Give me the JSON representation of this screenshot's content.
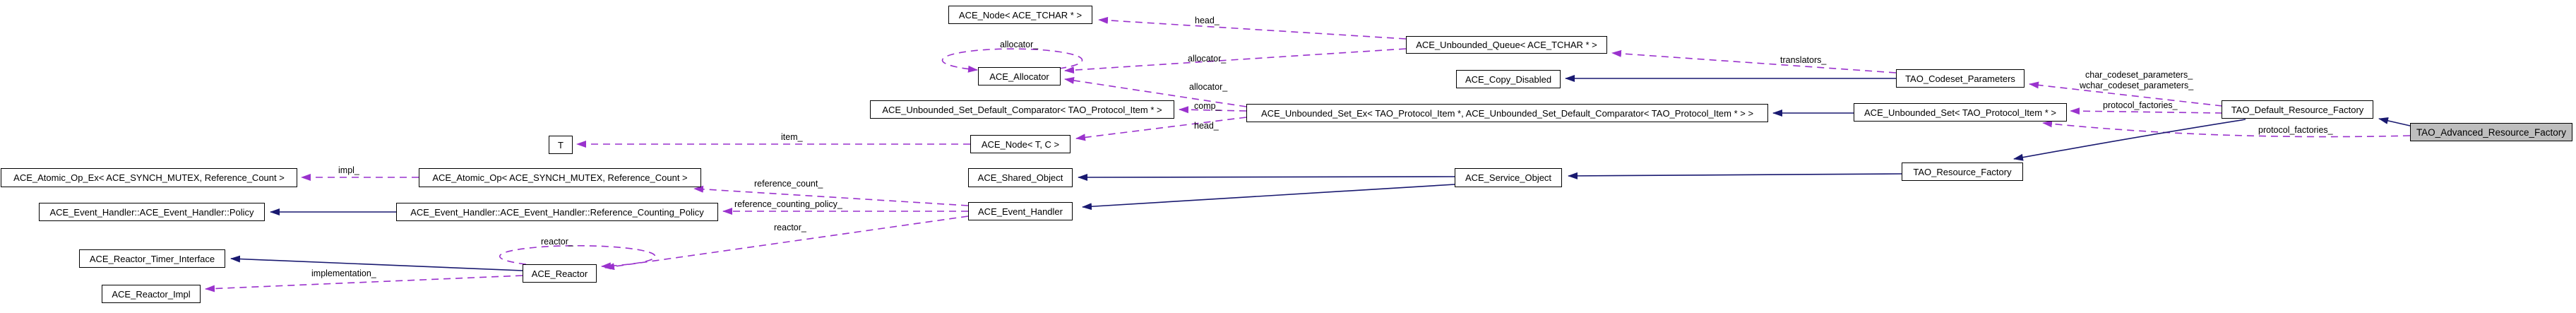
{
  "diagram": {
    "kind": "doxygen-collaboration-graph",
    "highlighted_node": "TAO_Advanced_Resource_Factory"
  },
  "colors": {
    "usage_edge": "#9a32cd",
    "inheritance_edge": "#191970",
    "node_border": "#000000",
    "node_fill": "#ffffff",
    "highlight_fill": "#bebebe",
    "text": "#000000",
    "background": "#ffffff"
  },
  "nodes": {
    "ace_node_tchar": "ACE_Node< ACE_TCHAR * >",
    "ace_unbounded_queue": "ACE_Unbounded_Queue< ACE_TCHAR * >",
    "ace_allocator": "ACE_Allocator",
    "ace_copy_disabled": "ACE_Copy_Disabled",
    "tao_codeset_parameters": "TAO_Codeset_Parameters",
    "comparator": "ACE_Unbounded_Set_Default_Comparator< TAO_Protocol_Item * >",
    "set_ex": "ACE_Unbounded_Set_Ex< TAO_Protocol_Item *, ACE_Unbounded_Set_Default_Comparator< TAO_Protocol_Item * > >",
    "ace_unbounded_set": "ACE_Unbounded_Set< TAO_Protocol_Item * >",
    "tao_default_resource_factory": "TAO_Default_Resource_Factory",
    "tao_advanced_resource_factory": "TAO_Advanced_Resource_Factory",
    "t_param": "T",
    "ace_node_tc": "ACE_Node< T, C >",
    "atomic_op_ex": "ACE_Atomic_Op_Ex< ACE_SYNCH_MUTEX, Reference_Count >",
    "atomic_op": "ACE_Atomic_Op< ACE_SYNCH_MUTEX, Reference_Count >",
    "ace_shared_object": "ACE_Shared_Object",
    "ace_service_object": "ACE_Service_Object",
    "tao_resource_factory": "TAO_Resource_Factory",
    "policy": "ACE_Event_Handler::ACE_Event_Handler::Policy",
    "ref_counting_policy": "ACE_Event_Handler::ACE_Event_Handler::Reference_Counting_Policy",
    "ace_event_handler": "ACE_Event_Handler",
    "reactor_timer_interface": "ACE_Reactor_Timer_Interface",
    "ace_reactor": "ACE_Reactor",
    "ace_reactor_impl": "ACE_Reactor_Impl"
  },
  "edge_labels": {
    "head_queue": "head_",
    "allocator_self": "allocator_",
    "allocator_queue": "allocator_",
    "allocator_setex": "allocator_",
    "translators": "translators_",
    "char_codeset": "char_codeset_parameters_",
    "wchar_codeset": "wchar_codeset_parameters_",
    "protocol_factories_default": "protocol_factories_",
    "protocol_factories_advanced": "protocol_factories_",
    "comp": "comp_",
    "head_setex": "head_",
    "item": "item_",
    "impl": "impl_",
    "reference_count": "reference_count_",
    "reference_counting_policy": "reference_counting_policy_",
    "reactor_handler": "reactor_",
    "reactor_self": "reactor_",
    "implementation": "implementation_"
  }
}
